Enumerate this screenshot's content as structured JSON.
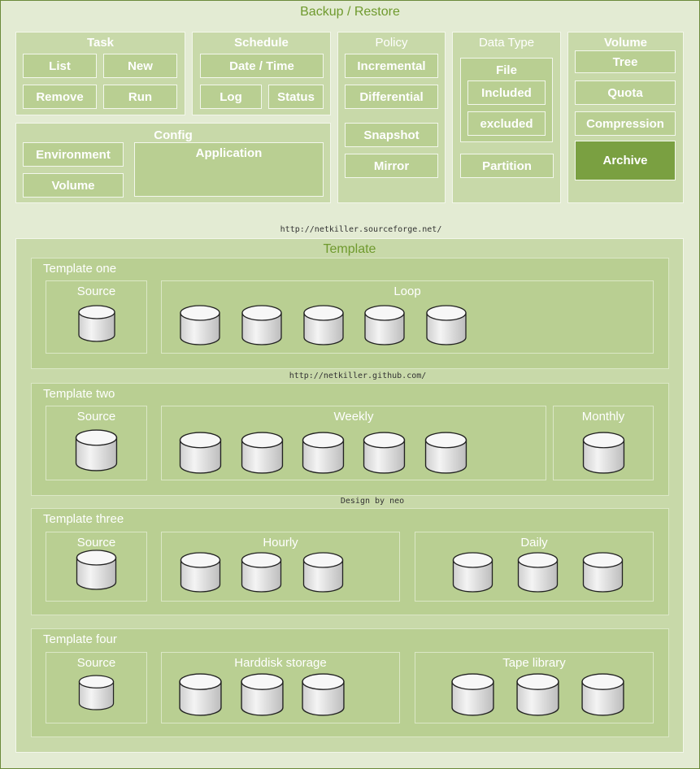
{
  "title": "Backup / Restore",
  "task": {
    "title": "Task",
    "list": "List",
    "new": "New",
    "remove": "Remove",
    "run": "Run"
  },
  "schedule": {
    "title": "Schedule",
    "datetime": "Date / Time",
    "log": "Log",
    "status": "Status"
  },
  "policy": {
    "title": "Policy",
    "incremental": "Incremental",
    "differential": "Differential",
    "snapshot": "Snapshot",
    "mirror": "Mirror"
  },
  "datatype": {
    "title": "Data Type",
    "file": "File",
    "included": "Included",
    "excluded": "excluded",
    "partition": "Partition"
  },
  "volume": {
    "title": "Volume",
    "tree": "Tree",
    "quota": "Quota",
    "compression": "Compression",
    "archive": "Archive"
  },
  "config": {
    "title": "Config",
    "environment": "Environment",
    "volume": "Volume",
    "application": "Application"
  },
  "url1": "http://netkiller.sourceforge.net/",
  "url2": "http://netkiller.github.com/",
  "credit": "Design by neo",
  "template": {
    "title": "Template",
    "one": {
      "name": "Template one",
      "source": "Source",
      "loop": "Loop"
    },
    "two": {
      "name": "Template two",
      "source": "Source",
      "weekly": "Weekly",
      "monthly": "Monthly"
    },
    "three": {
      "name": "Template three",
      "source": "Source",
      "hourly": "Hourly",
      "daily": "Daily"
    },
    "four": {
      "name": "Template four",
      "source": "Source",
      "harddisk": "Harddisk storage",
      "tape": "Tape library"
    }
  },
  "colors": {
    "accent": "#7aa041",
    "panel": "#c8d9a9",
    "background": "#e3ebd3",
    "title": "#6f9a2e"
  }
}
